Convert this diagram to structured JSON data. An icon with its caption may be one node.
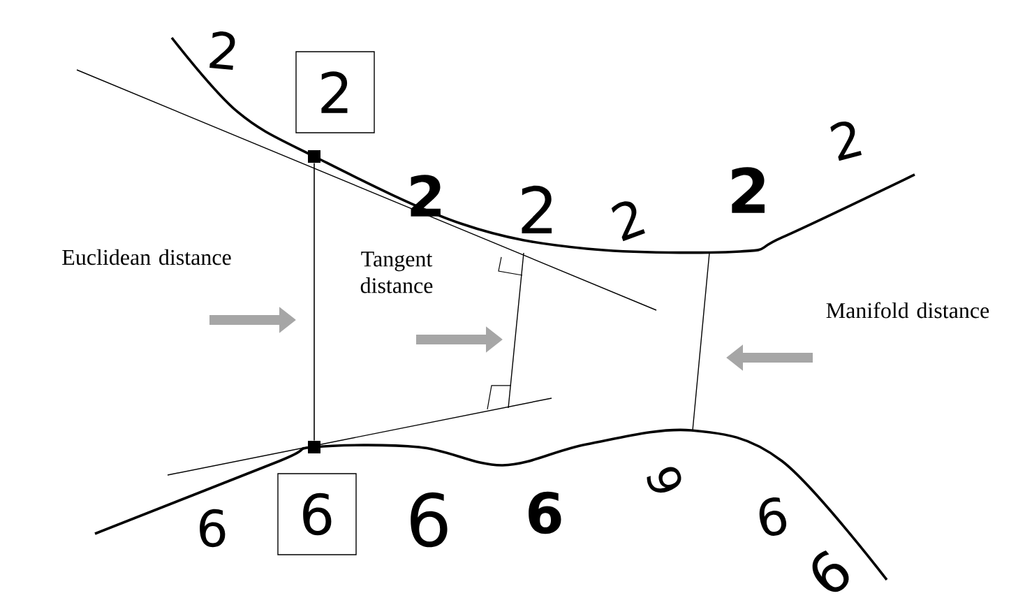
{
  "diagram": {
    "nodes": [
      {
        "text": [
          "2"
        ]
      },
      {
        "text": [
          "6"
        ]
      },
      {
        "text": [
          "Euclidean distance"
        ]
      },
      {
        "text": [
          "Tangent distance"
        ]
      },
      {
        "text": [
          "Manifold distance"
        ]
      },
      {
        "text": [],
        "shape": "box"
      },
      {
        "text": [],
        "shape": "box"
      }
    ],
    "edges": [
      {
        "from": 5,
        "to": 6,
        "arrow": "none"
      }
    ],
    "labels": [
      "2",
      "2",
      "2",
      "2",
      "2",
      "2",
      "6",
      "6",
      "6",
      "6",
      "6",
      "6"
    ]
  }
}
